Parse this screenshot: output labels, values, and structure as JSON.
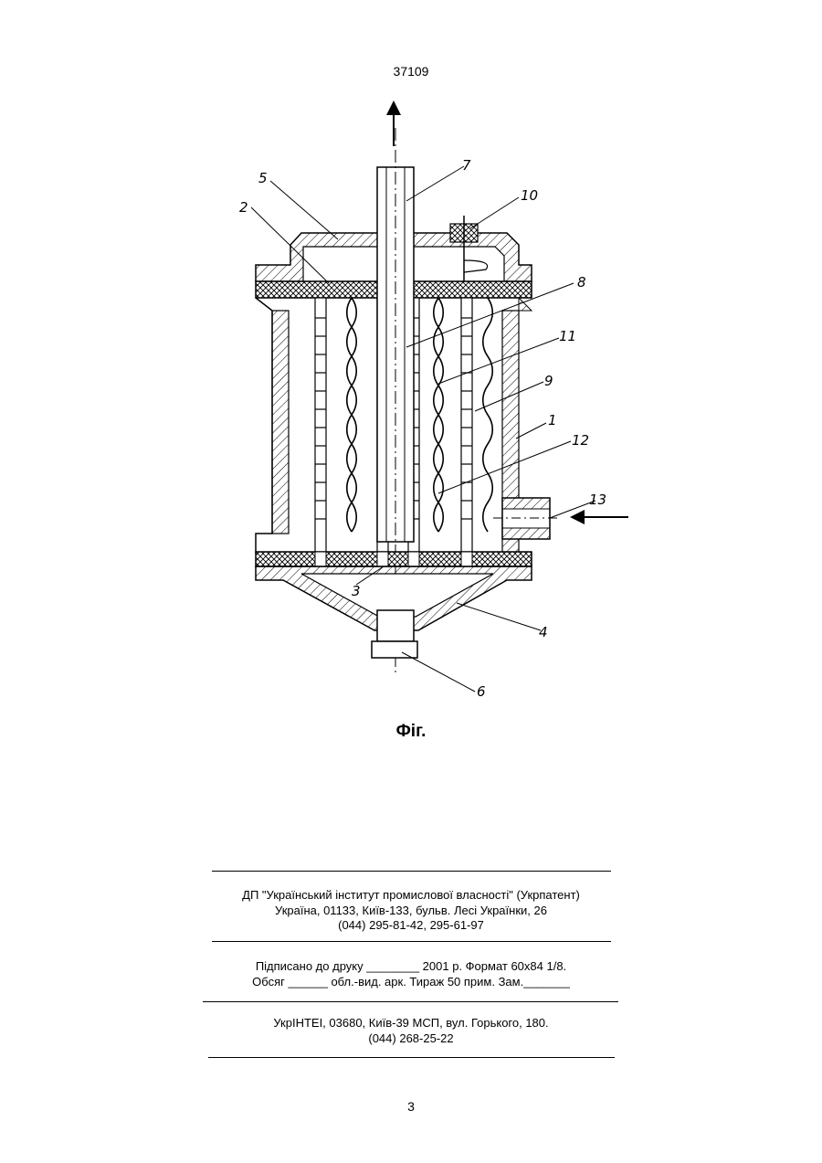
{
  "header": {
    "patent_number": "37109"
  },
  "figure": {
    "caption": "Фіг.",
    "callouts": {
      "c1": "1",
      "c2": "2",
      "c3": "3",
      "c4": "4",
      "c5": "5",
      "c6": "6",
      "c7": "7",
      "c8": "8",
      "c9": "9",
      "c10": "10",
      "c11": "11",
      "c12": "12",
      "c13": "13"
    }
  },
  "publisher": {
    "line1": "ДП \"Український інститут промислової власності\" (Укрпатент)",
    "line2": "Україна, 01133, Київ-133, бульв. Лесі Українки, 26",
    "line3": "(044) 295-81-42, 295-61-97"
  },
  "print_info": {
    "line1": "Підписано до друку ________ 2001 р.    Формат 60х84 1/8.",
    "line2": "Обсяг ______ обл.-вид. арк.   Тираж 50 прим.    Зам._______"
  },
  "printer": {
    "line1": "УкрІНТЕІ, 03680, Київ-39 МСП, вул. Горького, 180.",
    "line2": "(044) 268-25-22"
  },
  "footer": {
    "page_number": "3"
  }
}
